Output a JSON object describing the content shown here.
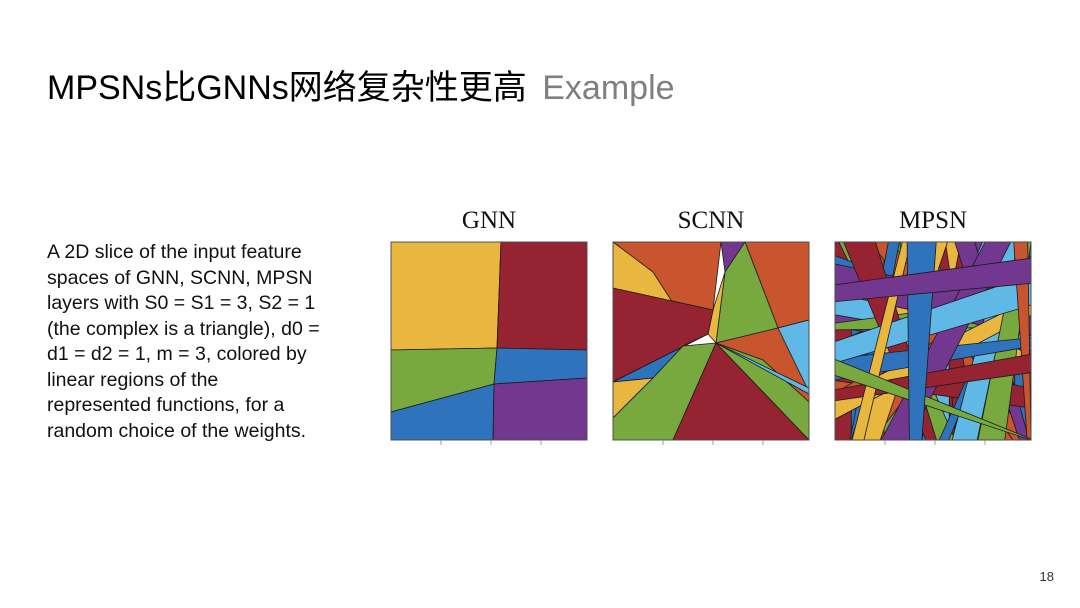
{
  "slide": {
    "title": "MPSNs比GNNs网络复杂性更高",
    "title_suffix": "Example",
    "description": "A 2D slice of the input feature\nspaces of GNN, SCNN, MPSN\nlayers with S0 = S1 = 3, S2 = 1\n(the complex is a triangle), d0 =\nd1 = d2 = 1, m = 3, colored by\nlinear regions of the\nrepresented functions, for a\nrandom choice of the weights.",
    "page_number": "18"
  },
  "panels": [
    {
      "title": "GNN"
    },
    {
      "title": "SCNN"
    },
    {
      "title": "MPSN"
    }
  ],
  "colors": {
    "orange": "#c8552d",
    "red": "#952331",
    "yellow": "#e9b640",
    "green": "#77a93f",
    "blue": "#2f73bd",
    "purple": "#72388f",
    "lightblue": "#5fb8e5"
  }
}
